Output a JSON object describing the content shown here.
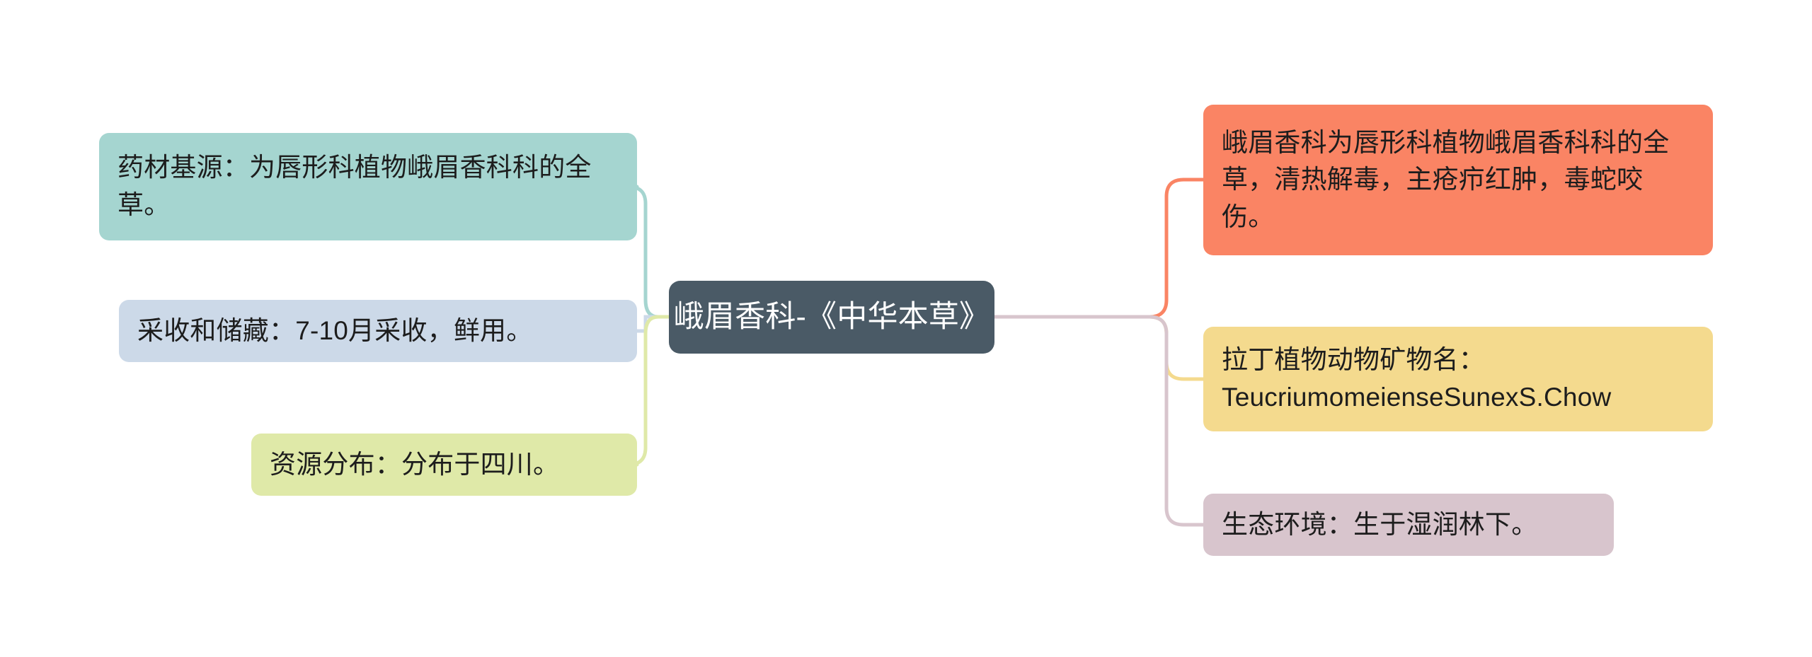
{
  "diagram": {
    "type": "mind-map",
    "background": "#ffffff",
    "root": {
      "label": "峨眉香科-《中华本草》",
      "color": "#4a5a66",
      "text_color": "#ffffff"
    },
    "branches": {
      "left": [
        {
          "id": "source",
          "label": "药材基源：为唇形科植物峨眉香科科的全草。",
          "color": "#a5d5d0"
        },
        {
          "id": "harvest",
          "label": "采收和储藏：7-10月采收，鲜用。",
          "color": "#ccd9e8"
        },
        {
          "id": "distribution",
          "label": "资源分布：分布于四川。",
          "color": "#dfe9a8"
        }
      ],
      "right": [
        {
          "id": "summary",
          "label": "峨眉香科为唇形科植物峨眉香科科的全草，清热解毒，主疮疖红肿，毒蛇咬伤。",
          "color": "#fa8464"
        },
        {
          "id": "latin-name",
          "label": "拉丁植物动物矿物名：TeucriumomeienseSunexS.Chow",
          "color": "#f4da8e"
        },
        {
          "id": "ecology",
          "label": "生态环境：生于湿润林下。",
          "color": "#d8c5cd"
        }
      ]
    },
    "connectors": [
      {
        "id": "connector-source",
        "color": "#a5d5d0"
      },
      {
        "id": "connector-harvest",
        "color": "#ccd9e8"
      },
      {
        "id": "connector-distribution",
        "color": "#dfe9a8"
      },
      {
        "id": "connector-summary",
        "color": "#fa8464"
      },
      {
        "id": "connector-latin-name",
        "color": "#f4da8e"
      },
      {
        "id": "connector-ecology",
        "color": "#d8c5cd"
      }
    ]
  }
}
